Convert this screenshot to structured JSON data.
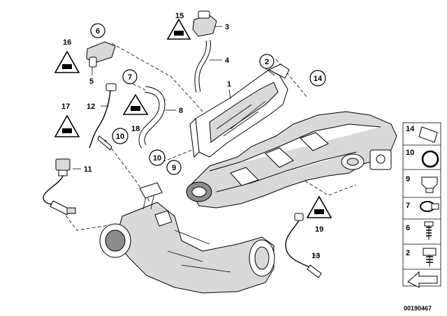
{
  "callouts": {
    "c1": "1",
    "c2": "2",
    "c3": "3",
    "c4": "4",
    "c5": "5",
    "c6": "6",
    "c7": "7",
    "c8": "8",
    "c9": "9",
    "c10a": "10",
    "c10b": "10",
    "c11": "11",
    "c12": "12",
    "c13": "13",
    "c14": "14",
    "c15": "15",
    "c16": "16",
    "c17": "17",
    "c18": "18",
    "c19": "19"
  },
  "legend": {
    "items": [
      "14",
      "10",
      "9",
      "7",
      "6",
      "2"
    ]
  },
  "diagram_id": "00190467",
  "colors": {
    "line": "#000000",
    "fill": "#ffffff",
    "shade": "#d9d9d9"
  }
}
